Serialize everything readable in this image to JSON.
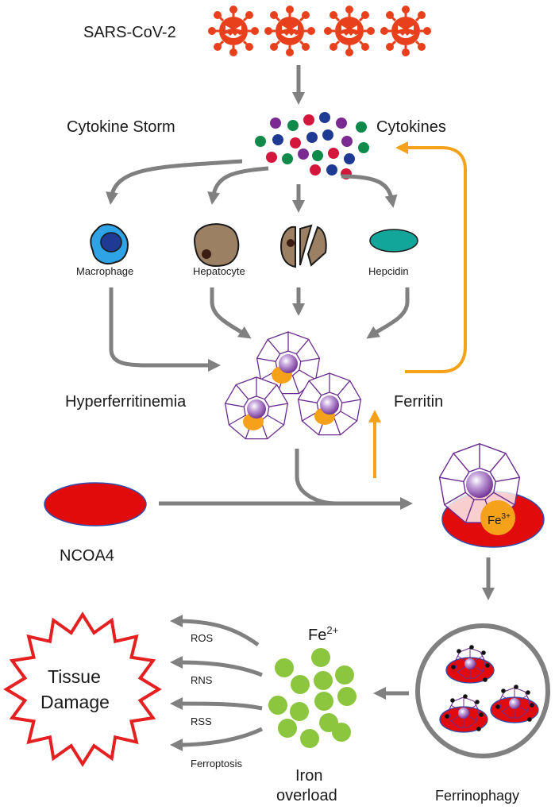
{
  "labels": {
    "virus": "SARS-CoV-2",
    "cytokine_storm": "Cytokine Storm",
    "cytokines": "Cytokines",
    "macrophage": "Macrophage",
    "hepatocyte": "Hepatocyte",
    "hepcidin": "Hepcidin",
    "hyperferritinemia": "Hyperferritinemia",
    "ferritin": "Ferritin",
    "ncoa4": "NCOA4",
    "fe3_base": "Fe",
    "fe3_sup": "3+",
    "fe2_base": "Fe",
    "fe2_sup": "2+",
    "ros": "ROS",
    "rns": "RNS",
    "rss": "RSS",
    "ferroptosis": "Ferroptosis",
    "tissue_line1": "Tissue",
    "tissue_line2": "Damage",
    "iron_line1": "Iron",
    "iron_line2": "overload",
    "ferrinophagy": "Ferrinophagy"
  },
  "colors": {
    "virus": "#e8401c",
    "arrow_gray": "#808080",
    "arrow_orange": "#f5a21a",
    "ncoa4_red": "#e20b0b",
    "iron_green": "#8cc63f",
    "ferritin_purple": "#6b2c91",
    "macrophage_blue": "#2ea3e6",
    "hepatocyte_brown": "#9c8064",
    "hepcidin_teal": "#12a69a",
    "burst_red": "#e42020",
    "cytokine_purple": "#7a2a90",
    "cytokine_blue": "#1f3a93",
    "cytokine_green": "#0f8a4a",
    "cytokine_red": "#d4163c"
  }
}
